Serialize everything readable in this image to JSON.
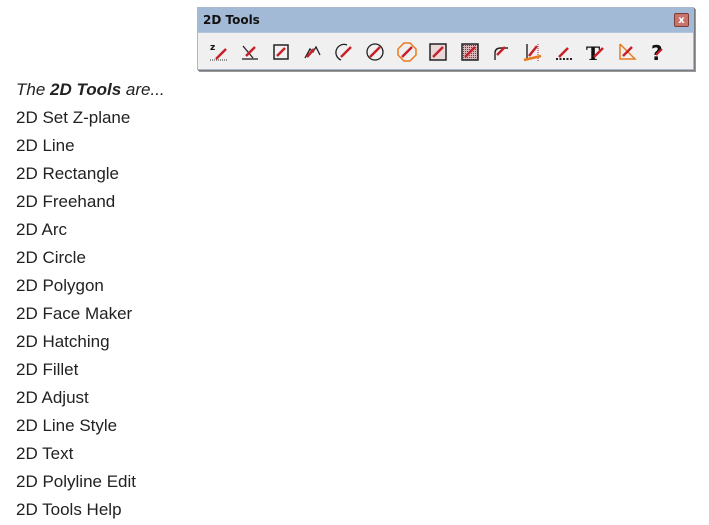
{
  "toolbar": {
    "title": "2D Tools",
    "close_label": "x",
    "buttons": [
      {
        "name": "2D Set Z-plane",
        "icon": "set-z-plane-icon"
      },
      {
        "name": "2D Line",
        "icon": "line-icon"
      },
      {
        "name": "2D Rectangle",
        "icon": "rectangle-icon"
      },
      {
        "name": "2D Freehand",
        "icon": "freehand-icon"
      },
      {
        "name": "2D Arc",
        "icon": "arc-icon"
      },
      {
        "name": "2D Circle",
        "icon": "circle-icon"
      },
      {
        "name": "2D Polygon",
        "icon": "polygon-icon"
      },
      {
        "name": "2D Face Maker",
        "icon": "face-maker-icon"
      },
      {
        "name": "2D Hatching",
        "icon": "hatching-icon"
      },
      {
        "name": "2D Fillet",
        "icon": "fillet-icon"
      },
      {
        "name": "2D Adjust",
        "icon": "adjust-icon"
      },
      {
        "name": "2D Line Style",
        "icon": "line-style-icon"
      },
      {
        "name": "2D Text",
        "icon": "text-icon"
      },
      {
        "name": "2D Polyline Edit",
        "icon": "polyline-edit-icon"
      },
      {
        "name": "2D Tools Help",
        "icon": "help-icon"
      }
    ]
  },
  "content": {
    "intro_prefix": "The ",
    "intro_bold": "2D Tools",
    "intro_suffix": " are...",
    "items": [
      "2D Set Z-plane",
      "2D Line",
      "2D Rectangle",
      "2D Freehand",
      "2D Arc",
      "2D Circle",
      "2D Polygon",
      "2D Face Maker",
      "2D Hatching",
      "2D Fillet",
      "2D Adjust",
      "2D Line Style",
      "2D Text",
      "2D Polyline Edit",
      "2D Tools Help"
    ]
  },
  "colors": {
    "titlebar": "#a3bad6",
    "pencil": "#c8202a",
    "accent_orange": "#e87a1e"
  }
}
